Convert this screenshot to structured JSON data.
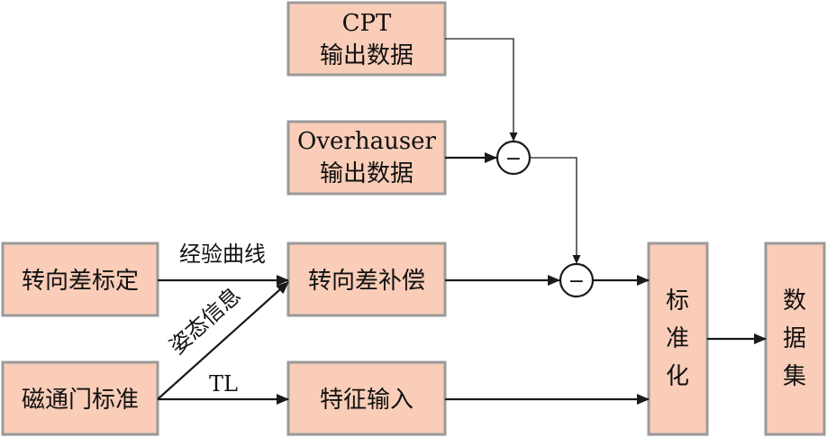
{
  "nodes": {
    "cpt": {
      "line1": "CPT",
      "line2": "输出数据"
    },
    "overhauser": {
      "line1": "Overhauser",
      "line2": "输出数据"
    },
    "heading_calibration": "转向差标定",
    "heading_compensation": "转向差补偿",
    "fluxgate_calibration": "磁通门标准",
    "feature_input": "特征输入",
    "normalization": [
      "标",
      "准",
      "化"
    ],
    "dataset": [
      "数",
      "据",
      "集"
    ]
  },
  "edge_labels": {
    "empirical_curve": "经验曲线",
    "attitude_info": "姿态信息",
    "tl": "TL"
  },
  "operators": {
    "sub1": "−",
    "sub2": "−"
  }
}
